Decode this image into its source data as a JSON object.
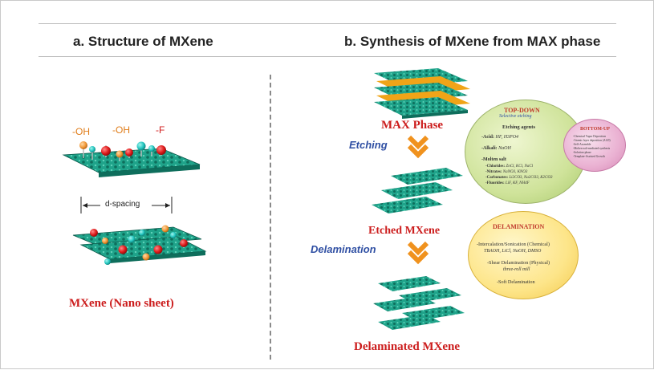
{
  "panel_a": {
    "title": "a. Structure of MXene",
    "groups": [
      "-OH",
      "-OH",
      "-F"
    ],
    "spacing_label": "d-spacing",
    "caption": "MXene (Nano sheet)"
  },
  "panel_b": {
    "title": "b. Synthesis of MXene from MAX phase",
    "stage_max": "MAX Phase",
    "stage_etched": "Etched MXene",
    "stage_delam": "Delaminated MXene",
    "step_etching": "Etching",
    "step_delamination": "Delamination"
  },
  "top_down": {
    "title": "TOP-DOWN",
    "subtitle": "Selective etching",
    "agents_heading": "Etching agents",
    "acid_label": "-Acid:",
    "acid_value": "HF, H3PO4",
    "alkali_label": "-Alkali:",
    "alkali_value": "NaOH",
    "molten_label": "-Molten salt",
    "chlorides_label": "-Chlorides:",
    "chlorides_value": "ZnCl, KCl, NaCl",
    "nitrates_label": "-Nitrates:",
    "nitrates_value": "NaNO3, KNO3",
    "carbonates_label": "-Carbonates:",
    "carbonates_value": "Li2CO3, Na2CO3, K2CO3",
    "fluorides_label": "-Fluorides:",
    "fluorides_value": "LiF, KF, NH4F"
  },
  "bottom_up": {
    "title": "BOTTOM-UP",
    "items": [
      "-Chemical Vapor Deposition",
      "-Atomic layer deposition (ALD)",
      "-Self-Assemble",
      "-Molten-salt-mediated synthesis",
      "-Solution-phase",
      "-Template-Assisted Growth"
    ]
  },
  "delamination": {
    "title": "DELAMINATION",
    "item1": "-Intercalation/Sonication (Chemical)",
    "item1_sub": "TBAOH, LiCl, NaOH, DMSO",
    "item2": "-Shear Delamination (Physical)",
    "item2_sub": "three-roll mill",
    "item3": "-Soft Delamination"
  },
  "colors": {
    "sheet": "#1fa38a",
    "sheet_dark": "#0e6e5c",
    "max_layer": "#f0a418",
    "oh_ball": "#f29a3a",
    "f_ball": "#e01b1b",
    "cyan_ball": "#24c7c0",
    "caption_red": "#cc1d1d",
    "step_blue": "#2f4fa3",
    "arrow_orange": "#f0921e"
  }
}
